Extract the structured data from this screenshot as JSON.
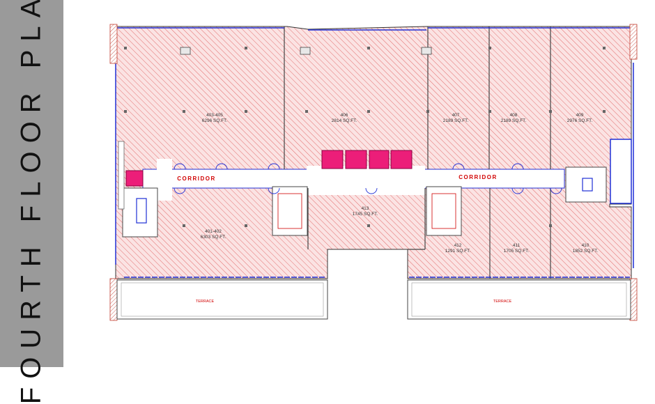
{
  "sidebar": {
    "title": "FOURTH FLOOR PLAN"
  },
  "colors": {
    "sidebar_bg": "#9a9a9a",
    "hatch": "#e06060",
    "unit_fill": "#fbe3e3",
    "wall": "#333333",
    "glazing": "#1f2fd6",
    "lift": "#ec1e79",
    "text_red": "#d10000"
  },
  "units": [
    {
      "id": "u403",
      "number": "403-405",
      "area": "6296 SQ.FT."
    },
    {
      "id": "u406",
      "number": "406",
      "area": "2814 SQ.FT."
    },
    {
      "id": "u407",
      "number": "407",
      "area": "2189 SQ.FT."
    },
    {
      "id": "u408",
      "number": "408",
      "area": "2189 SQ.FT."
    },
    {
      "id": "u409",
      "number": "409",
      "area": "2976 SQ.FT."
    },
    {
      "id": "u401",
      "number": "401-402",
      "area": "6303 SQ.FT."
    },
    {
      "id": "u413",
      "number": "413",
      "area": "1745 SQ.FT."
    },
    {
      "id": "u412",
      "number": "412",
      "area": "1291 SQ.FT."
    },
    {
      "id": "u411",
      "number": "411",
      "area": "1705 SQ.FT."
    },
    {
      "id": "u410",
      "number": "410",
      "area": "1852 SQ.FT."
    }
  ],
  "corridor_labels": [
    "CORRIDOR",
    "CORRIDOR"
  ],
  "terraces": [
    "TERRACE",
    "TERRACE"
  ]
}
